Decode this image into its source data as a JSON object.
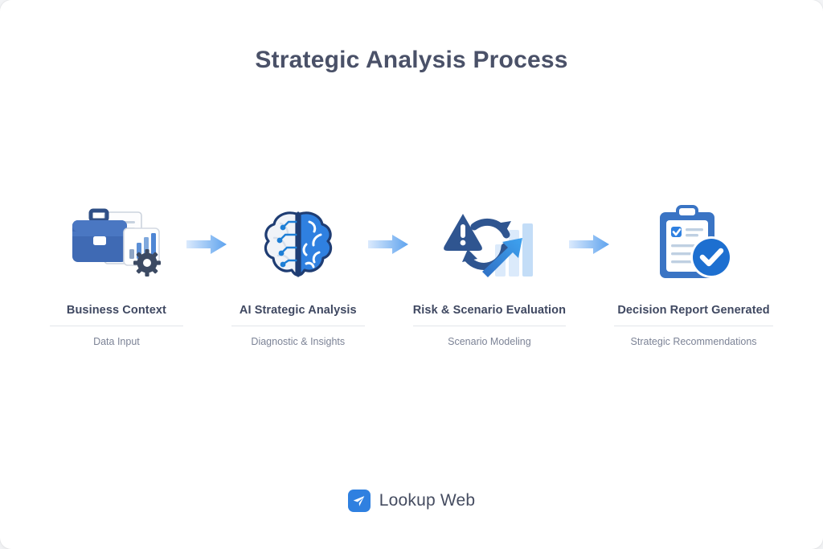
{
  "page": {
    "title": "Strategic Analysis Process",
    "background_color": "#ffffff",
    "outer_background_color": "#f4f5f7"
  },
  "theme": {
    "title_color": "#4a5168",
    "step_title_color": "#3f4861",
    "step_subtitle_color": "#7c8396",
    "divider_color": "#e2e5ea",
    "accent_blue": "#2f80e0",
    "deep_blue": "#2b5699",
    "navy": "#2f5590",
    "light_blue": "#9ecbf5",
    "check_blue": "#1d6fd0"
  },
  "flow": {
    "steps": [
      {
        "id": "business-context",
        "icon": "briefcase-documents-gear-icon",
        "title": "Business Context",
        "subtitle": "Data Input"
      },
      {
        "id": "ai-strategic-analysis",
        "icon": "brain-circuit-icon",
        "title": "AI Strategic Analysis",
        "subtitle": "Diagnostic & Insights"
      },
      {
        "id": "risk-scenario-evaluation",
        "icon": "warning-refresh-trend-icon",
        "title": "Risk & Scenario Evaluation",
        "subtitle": "Scenario Modeling"
      },
      {
        "id": "decision-report-generated",
        "icon": "clipboard-check-icon",
        "title": "Decision Report Generated",
        "subtitle": "Strategic Recommendations"
      }
    ],
    "connectors": [
      {
        "id": "connector-1",
        "icon": "arrow-right-icon"
      },
      {
        "id": "connector-2",
        "icon": "arrow-right-icon"
      },
      {
        "id": "connector-3",
        "icon": "arrow-right-icon"
      }
    ]
  },
  "footer": {
    "logo_icon": "paper-plane-icon",
    "brand": "Lookup Web"
  }
}
